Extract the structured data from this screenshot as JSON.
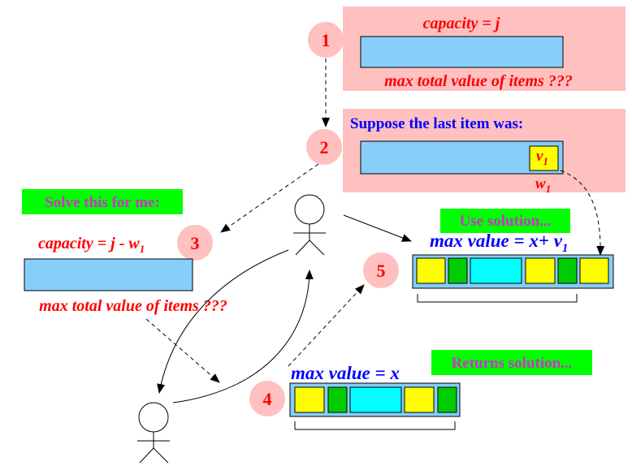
{
  "steps": {
    "s1": "1",
    "s2": "2",
    "s3": "3",
    "s4": "4",
    "s5": "5"
  },
  "panel1": {
    "capacity": "capacity = j",
    "question": "max total value of items ???"
  },
  "panel2": {
    "heading": "Suppose the last item was:",
    "item_value_base": "v",
    "item_value_sub": "1",
    "item_weight_base": "w",
    "item_weight_sub": "1"
  },
  "subproblem": {
    "request": "Solve this for me:",
    "capacity_base": "capacity = j - w",
    "capacity_sub": "1",
    "question": "max total value of items ???"
  },
  "returned": {
    "caption": "Returns solution...",
    "label": "max value = x"
  },
  "use": {
    "caption": "Use solution...",
    "label_base": "max value = x+ v",
    "label_sub": "1"
  },
  "colors": {
    "panel_pink": "#ffc0c0",
    "circle_pink": "#ffc0c0",
    "knapsack_blue": "#87cefa",
    "green_tag": "#00ff00",
    "tag_text_magenta": "#cc33cc",
    "red_text": "#ff0000",
    "blue_text": "#0000ff",
    "item_yellow": "#ffff00",
    "item_green": "#00cc00",
    "item_cyan": "#00ffff"
  }
}
